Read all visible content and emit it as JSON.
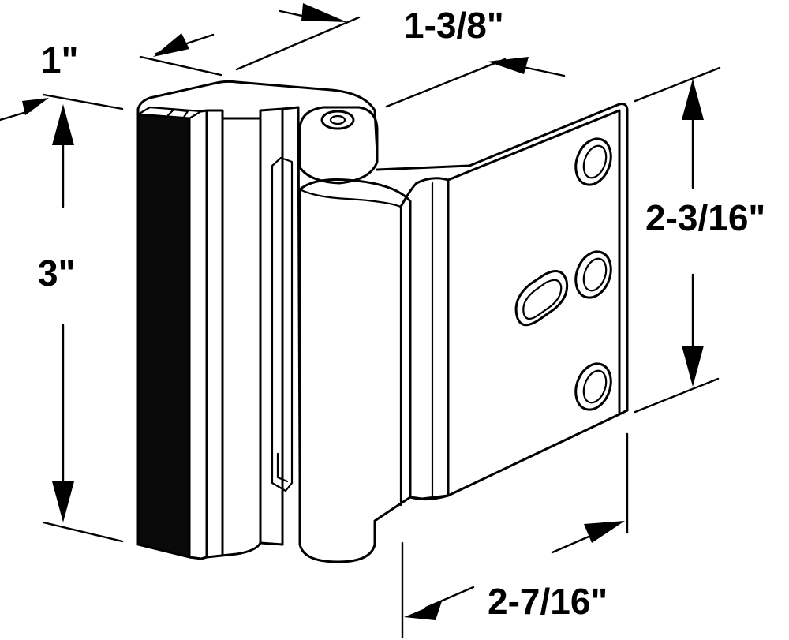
{
  "dimensions": {
    "depth": "1\"",
    "plate_width": "1-3/8\"",
    "height": "3\"",
    "plate_height": "2-3/16\"",
    "overall_width": "2-7/16\""
  },
  "colors": {
    "line": "#000000",
    "background": "#ffffff",
    "bumper": "#0a0a0a"
  }
}
